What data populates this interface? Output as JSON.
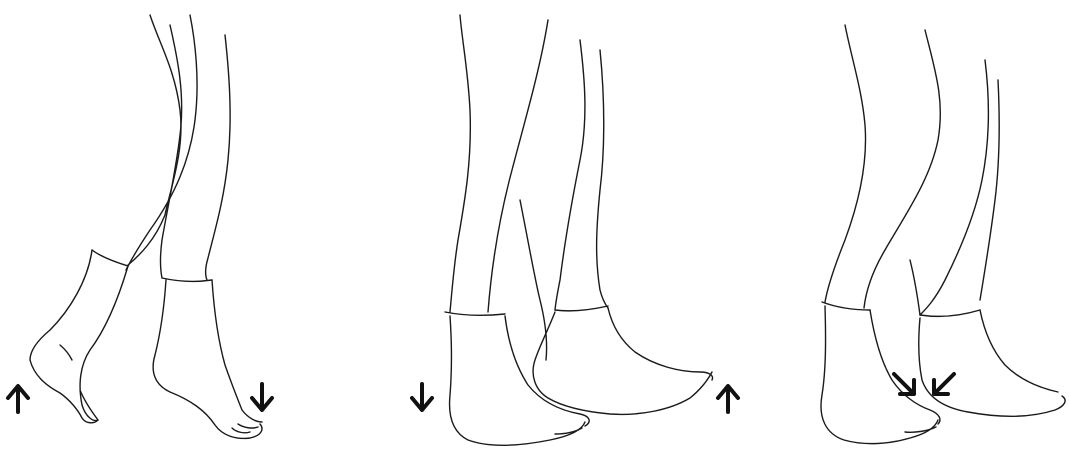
{
  "figure": {
    "panels": [
      {
        "id": "panel-1",
        "arrows": [
          "up",
          "down"
        ]
      },
      {
        "id": "panel-2",
        "arrows": [
          "down",
          "up"
        ]
      },
      {
        "id": "panel-3",
        "arrows": [
          "down-right",
          "down-left"
        ]
      }
    ],
    "colors": {
      "background": "#ffffff",
      "line": "#1a1a1a"
    }
  }
}
